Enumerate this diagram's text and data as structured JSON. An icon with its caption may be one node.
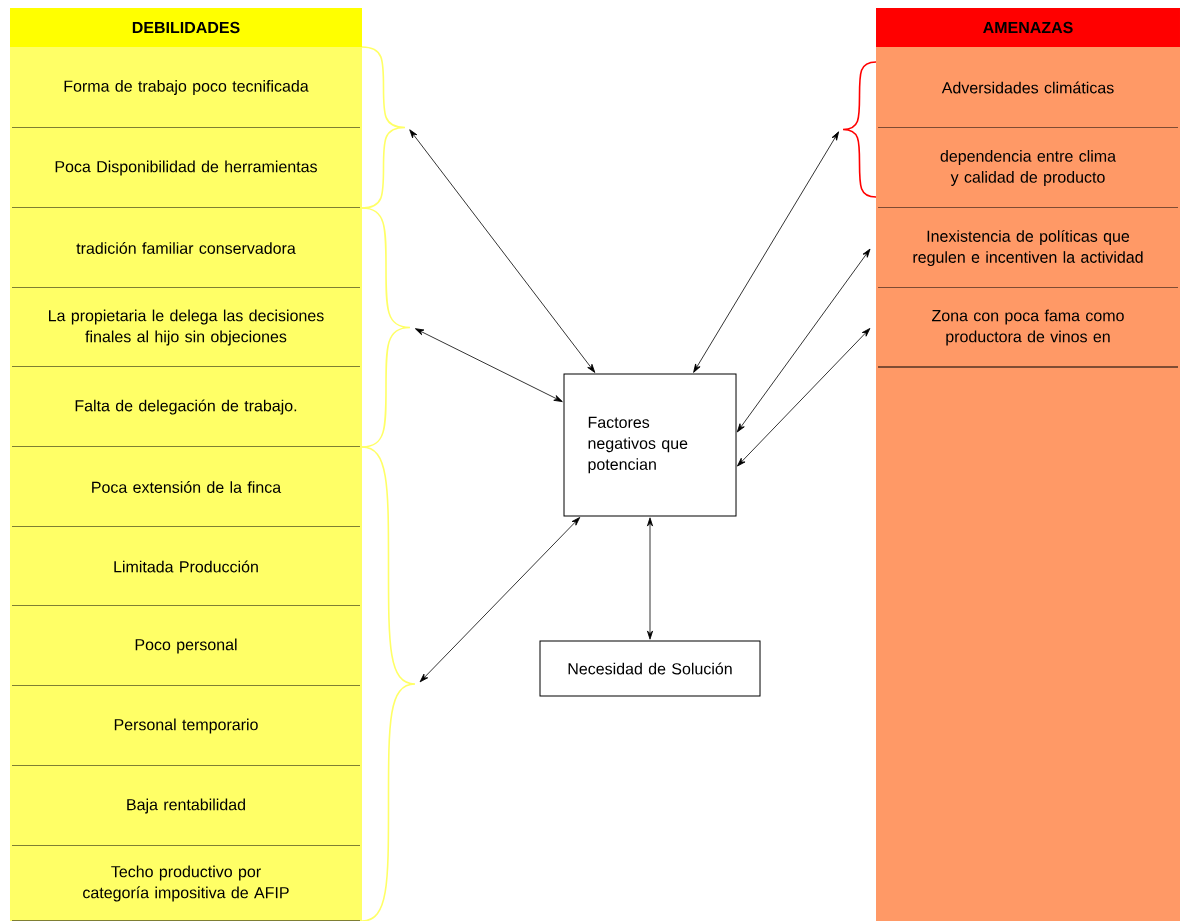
{
  "diagram": {
    "nodes": [
      {
        "text": [
          "DEBILIDADES"
        ]
      },
      {
        "text": [
          "Forma de trabajo poco tecnificada"
        ]
      },
      {
        "text": [
          "Poca Disponibilidad de herramientas"
        ]
      },
      {
        "text": [
          "tradición familiar conservadora"
        ]
      },
      {
        "text": [
          "La propietaria le delega las decisiones finales al hijo sin objeciones"
        ]
      },
      {
        "text": [
          "Falta de delegación de trabajo."
        ]
      },
      {
        "text": [
          "Poca extensión de la finca"
        ]
      },
      {
        "text": [
          "Limitada Producción"
        ]
      },
      {
        "text": [
          "Poco personal"
        ]
      },
      {
        "text": [
          "Personal temporario"
        ]
      },
      {
        "text": [
          "Baja rentabilidad"
        ]
      },
      {
        "text": [
          "Techo productivo por categoría impositiva de AFIP"
        ]
      },
      {
        "text": [
          "AMENAZAS"
        ]
      },
      {
        "text": [
          "Adversidades climáticas"
        ]
      },
      {
        "text": [
          "dependencia entre clima y calidad de producto"
        ]
      },
      {
        "text": [
          "Inexistencia de políticas que regulen e incentiven la actividad"
        ]
      },
      {
        "text": [
          "Zona con poca fama como productora de vinos en"
        ]
      },
      {
        "text": [
          "Factores negativos que potencian"
        ]
      },
      {
        "text": [
          "Necesidad de Solución"
        ]
      },
      {
        "text": [],
        "shape": "brace"
      },
      {
        "text": [],
        "shape": "brace"
      },
      {
        "text": [],
        "shape": "brace"
      },
      {
        "text": [],
        "shape": "brace"
      }
    ],
    "edges": [
      {
        "from": 19,
        "to": 17,
        "arrow": "both"
      },
      {
        "from": 20,
        "to": 17,
        "arrow": "both"
      },
      {
        "from": 21,
        "to": 17,
        "arrow": "both"
      },
      {
        "from": 22,
        "to": 17,
        "arrow": "both"
      },
      {
        "from": 15,
        "to": 17,
        "arrow": "both"
      },
      {
        "from": 16,
        "to": 17,
        "arrow": "both"
      },
      {
        "from": 17,
        "to": 18,
        "arrow": "both"
      }
    ]
  }
}
